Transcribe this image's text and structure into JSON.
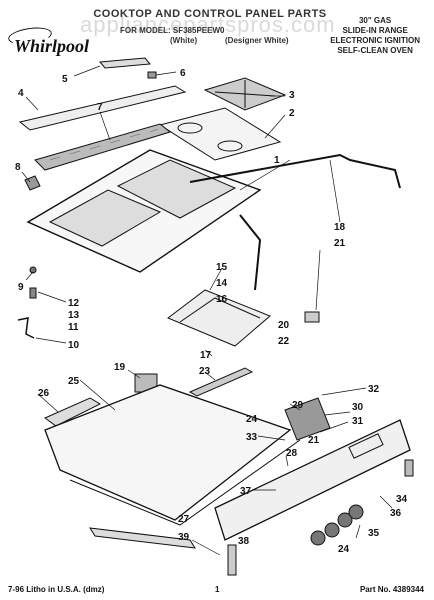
{
  "header": {
    "title": "COOKTOP AND CONTROL PANEL PARTS",
    "watermark": "appliancepartspros.com",
    "model_line": "FOR MODEL: SF385PEEW0",
    "color_left": "(White)",
    "designer": "(Designer White)"
  },
  "brand": {
    "logo_text": "Whirlpool"
  },
  "spec": {
    "line1": "30\" GAS",
    "line2": "SLIDE-IN RANGE",
    "line3": "ELECTRONIC IGNITION",
    "line4": "SELF-CLEAN OVEN"
  },
  "callouts": {
    "c1": "1",
    "c2": "2",
    "c3": "3",
    "c4": "4",
    "c5": "5",
    "c6": "6",
    "c7": "7",
    "c8": "8",
    "c9": "9",
    "c10": "10",
    "c11": "11",
    "c12": "12",
    "c13": "13",
    "c14": "14",
    "c15": "15",
    "c16": "16",
    "c17": "17",
    "c18": "18",
    "c19": "19",
    "c20": "20",
    "c21a": "21",
    "c21b": "21",
    "c22": "22",
    "c23": "23",
    "c24a": "24",
    "c24b": "24",
    "c25": "25",
    "c26": "26",
    "c27": "27",
    "c28": "28",
    "c29": "29",
    "c30": "30",
    "c31": "31",
    "c32": "32",
    "c33": "33",
    "c34": "34",
    "c35": "35",
    "c36": "36",
    "c37": "37",
    "c38": "38",
    "c39": "39"
  },
  "footer": {
    "left": "7-96 Litho in U.S.A. (dmz)",
    "page": "1",
    "part_no": "Part No. 4389344"
  }
}
